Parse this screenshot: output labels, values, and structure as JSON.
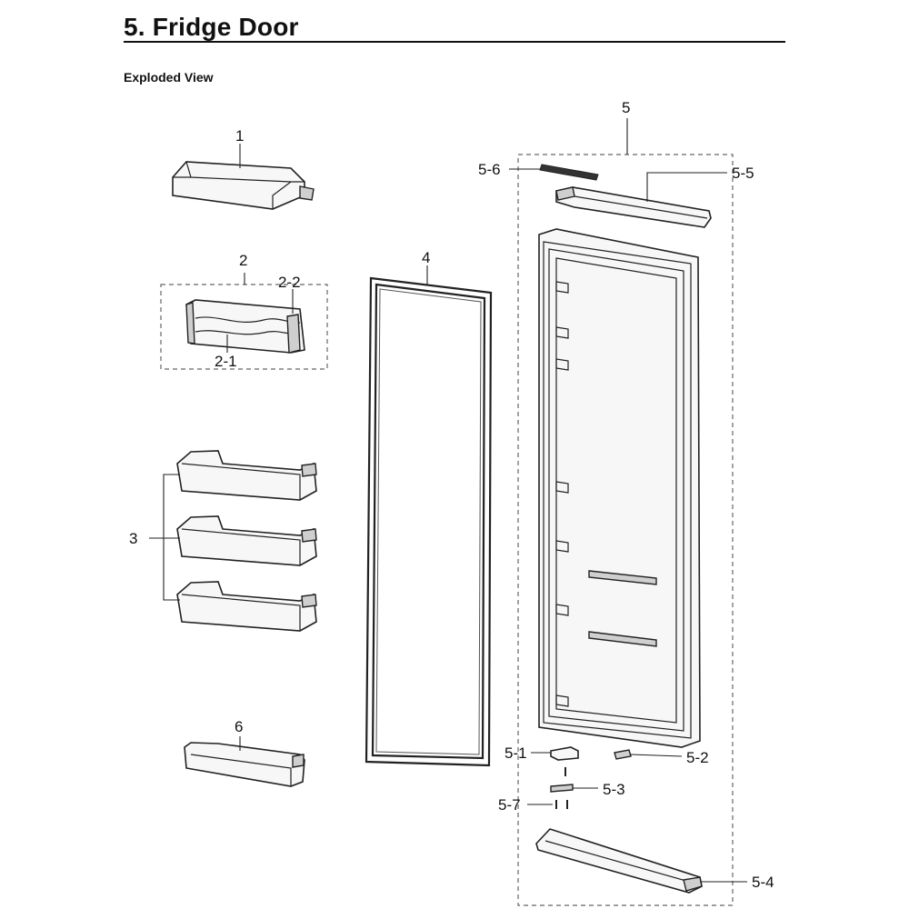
{
  "page": {
    "title": "5.  Fridge Door",
    "subtitle": "Exploded View"
  },
  "callouts": {
    "p1": "1",
    "p2": "2",
    "p2_1": "2-1",
    "p2_2": "2-2",
    "p3": "3",
    "p4": "4",
    "p5": "5",
    "p5_1": "5-1",
    "p5_2": "5-2",
    "p5_3": "5-3",
    "p5_4": "5-4",
    "p5_5": "5-5",
    "p5_6": "5-6",
    "p5_7": "5-7",
    "p6": "6"
  },
  "colors": {
    "line": "#222222",
    "dash": "#666666",
    "paper": "#ffffff"
  }
}
